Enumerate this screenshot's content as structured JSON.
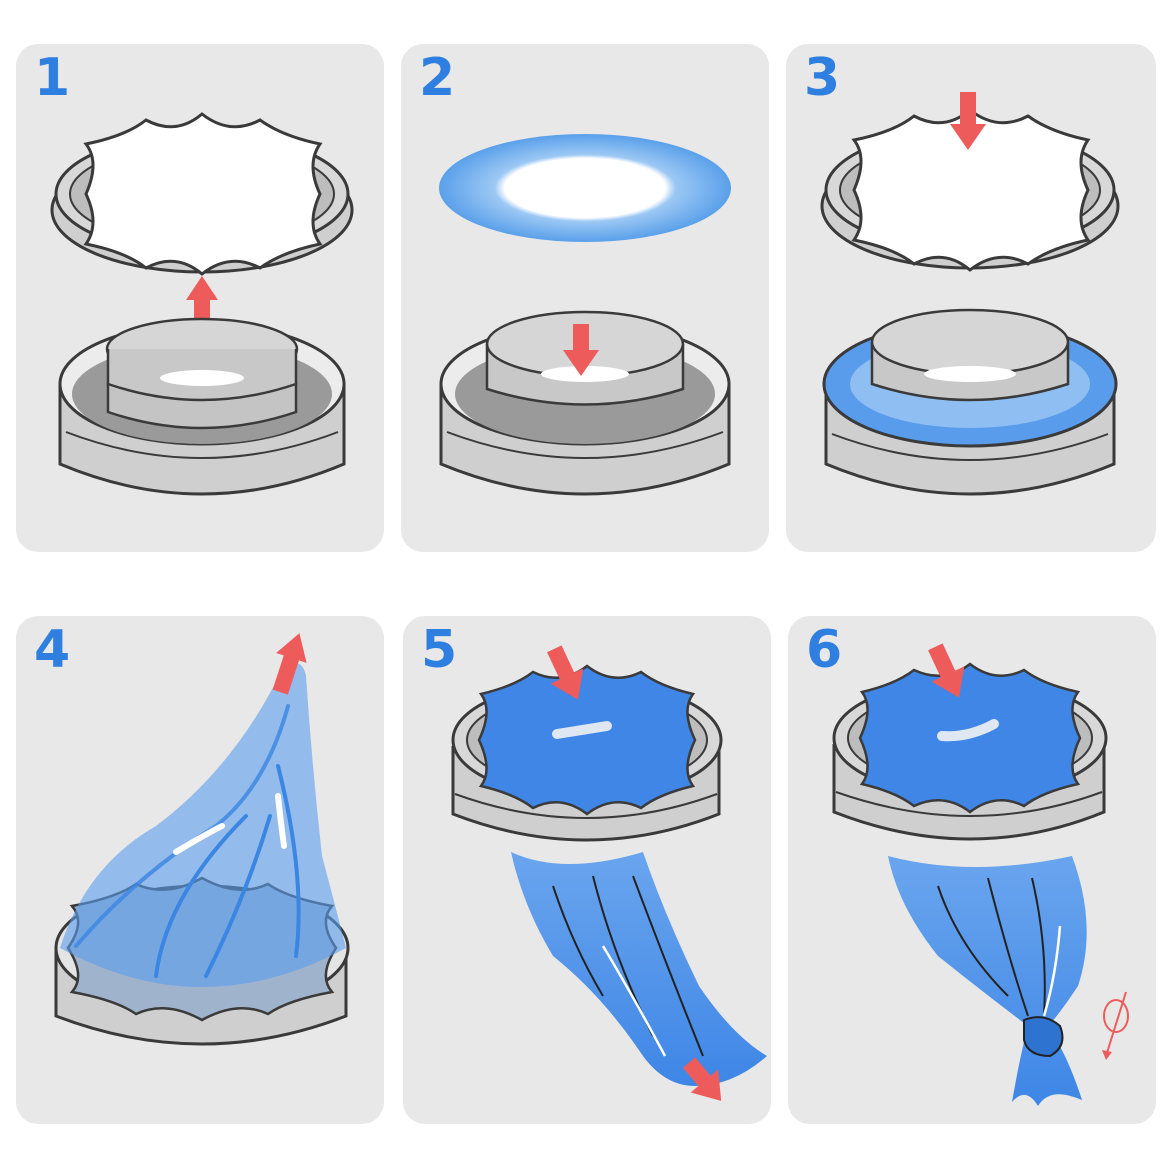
{
  "steps": [
    {
      "number": "1",
      "illustration": "lid-lifted-off-container"
    },
    {
      "number": "2",
      "illustration": "bag-ring-inserted-into-container"
    },
    {
      "number": "3",
      "illustration": "lid-pressed-onto-container-with-bag"
    },
    {
      "number": "4",
      "illustration": "bag-pulled-up-from-ring"
    },
    {
      "number": "5",
      "illustration": "bag-pushed-down-through-lid"
    },
    {
      "number": "6",
      "illustration": "bag-knotted-closed"
    }
  ],
  "colors": {
    "panel_bg": "#e8e8e8",
    "step_number": "#2f7fe0",
    "arrow": "#ee5b5b",
    "bag_blue": "#4a8ee6",
    "metal_gray": "#c9c9c9",
    "outline": "#3a3a3a"
  }
}
